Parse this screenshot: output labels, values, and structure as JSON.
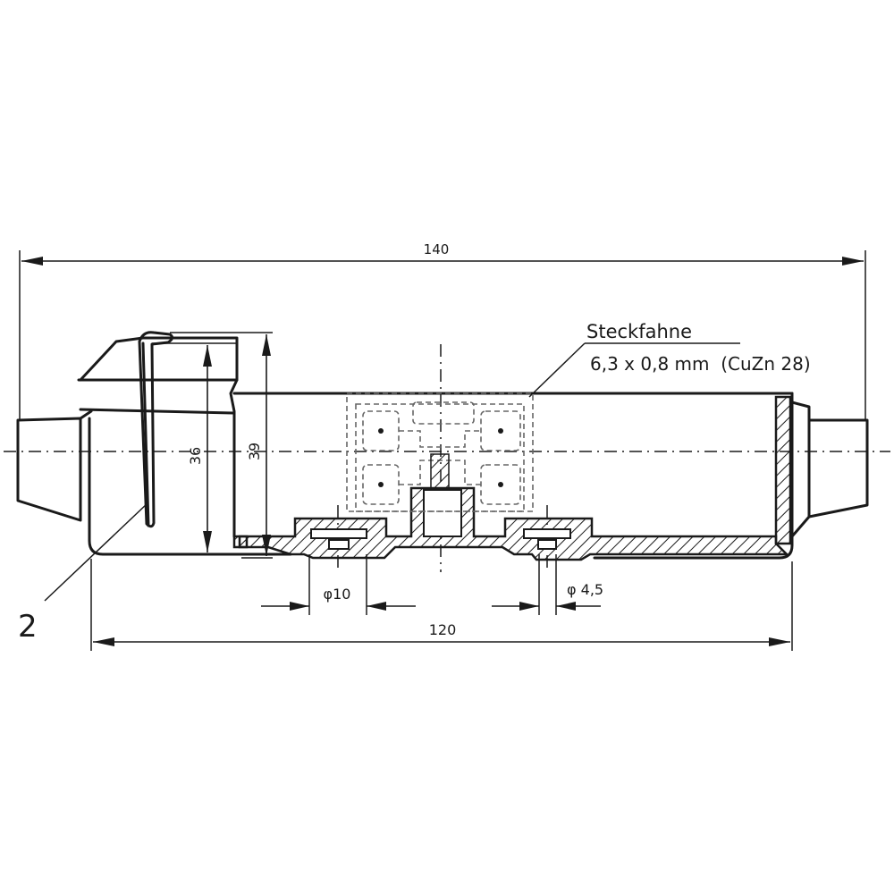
{
  "dimensions": {
    "overall_length": "140",
    "body_length": "120",
    "height_inner": "36",
    "height_outer": "39",
    "hole_large": "φ10",
    "hole_small": "φ 4,5"
  },
  "callouts": {
    "tab_name": "Steckfahne",
    "tab_spec": "6,3 x 0,8 mm  (CuZn 28)",
    "part_number": "2"
  }
}
